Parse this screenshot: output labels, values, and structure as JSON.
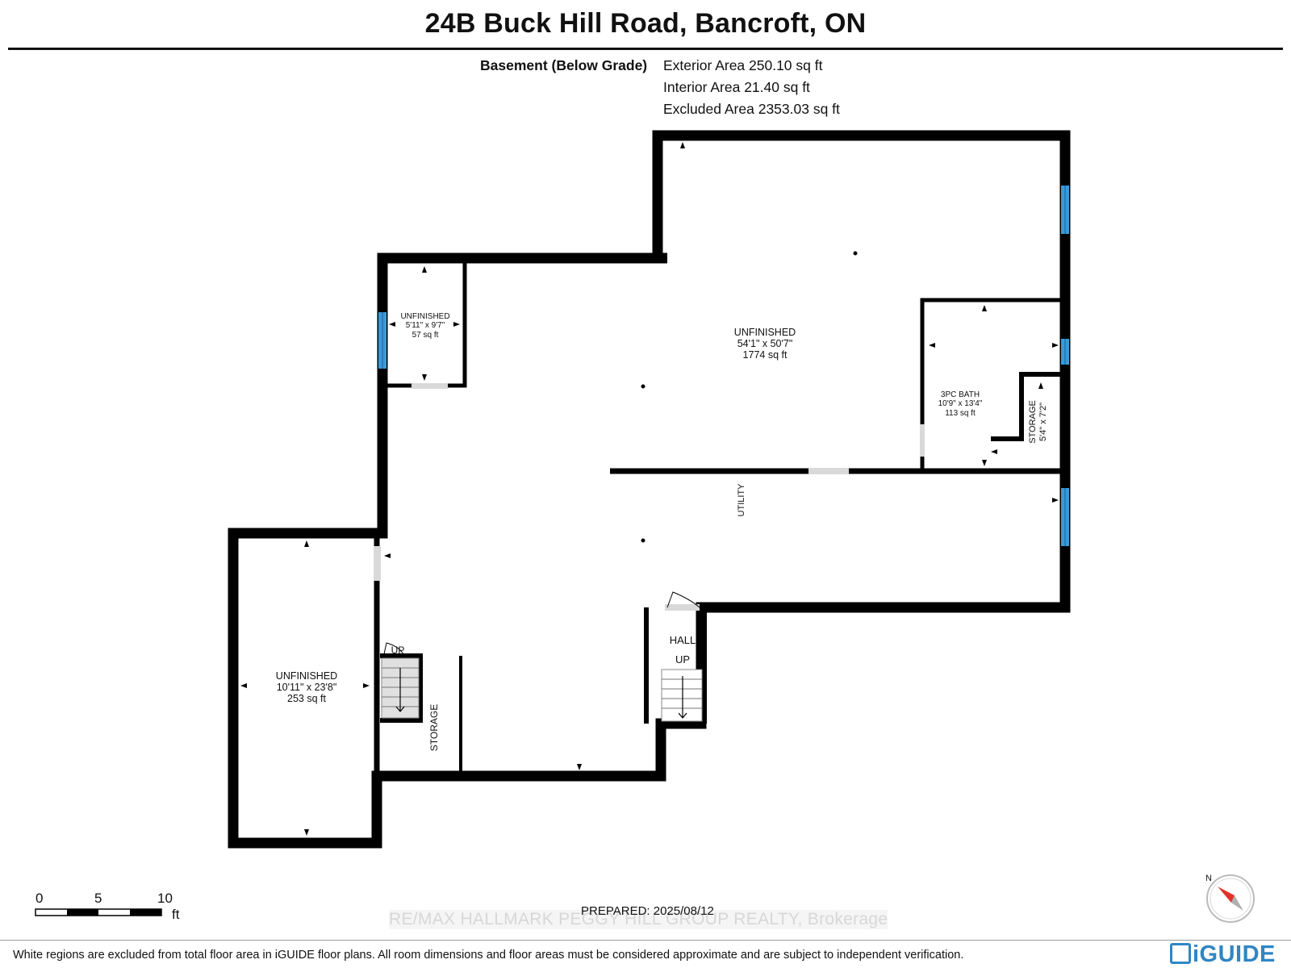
{
  "header": {
    "title": "24B Buck Hill Road, Bancroft, ON"
  },
  "level": {
    "name": "Basement (Below Grade)",
    "exterior_area": "Exterior Area 250.10 sq ft",
    "interior_area": "Interior Area 21.40 sq ft",
    "excluded_area": "Excluded Area 2353.03 sq ft"
  },
  "rooms": {
    "unfinished_small": {
      "name": "UNFINISHED",
      "dims": "5'11\" x 9'7\"",
      "area": "57 sq ft"
    },
    "unfinished_main": {
      "name": "UNFINISHED",
      "dims": "54'1\" x 50'7\"",
      "area": "1774 sq ft"
    },
    "bath": {
      "name": "3PC BATH",
      "dims": "10'9\" x 13'4\"",
      "area": "113 sq ft"
    },
    "storage_small": {
      "name": "STORAGE",
      "dims": "5'4\" x 7'2\""
    },
    "utility": {
      "name": "UTILITY"
    },
    "unfinished_left": {
      "name": "UNFINISHED",
      "dims": "10'11\" x 23'8\"",
      "area": "253 sq ft"
    },
    "storage_lower": {
      "name": "STORAGE"
    },
    "hall": {
      "name": "HALL"
    },
    "stairs_left": {
      "label": "UP"
    },
    "stairs_hall": {
      "label": "UP"
    }
  },
  "scale": {
    "ticks": [
      "0",
      "5",
      "10"
    ],
    "unit": "ft"
  },
  "compass": {
    "label": "N"
  },
  "prepared": "PREPARED: 2025/08/12",
  "brokerage": "RE/MAX HALLMARK PEGGY HILL GROUP REALTY, Brokerage",
  "footer": {
    "disclaimer": "White regions are excluded from total floor area in iGUIDE floor plans. All room dimensions and floor areas must be considered approximate and are subject to independent verification."
  },
  "brand": {
    "name": "iGUIDE"
  },
  "colors": {
    "wall": "#000000",
    "window": "#3a9ad9",
    "door": "#d9d9d9",
    "brand": "#2f86c4",
    "compass_needle": "#e0342a"
  }
}
